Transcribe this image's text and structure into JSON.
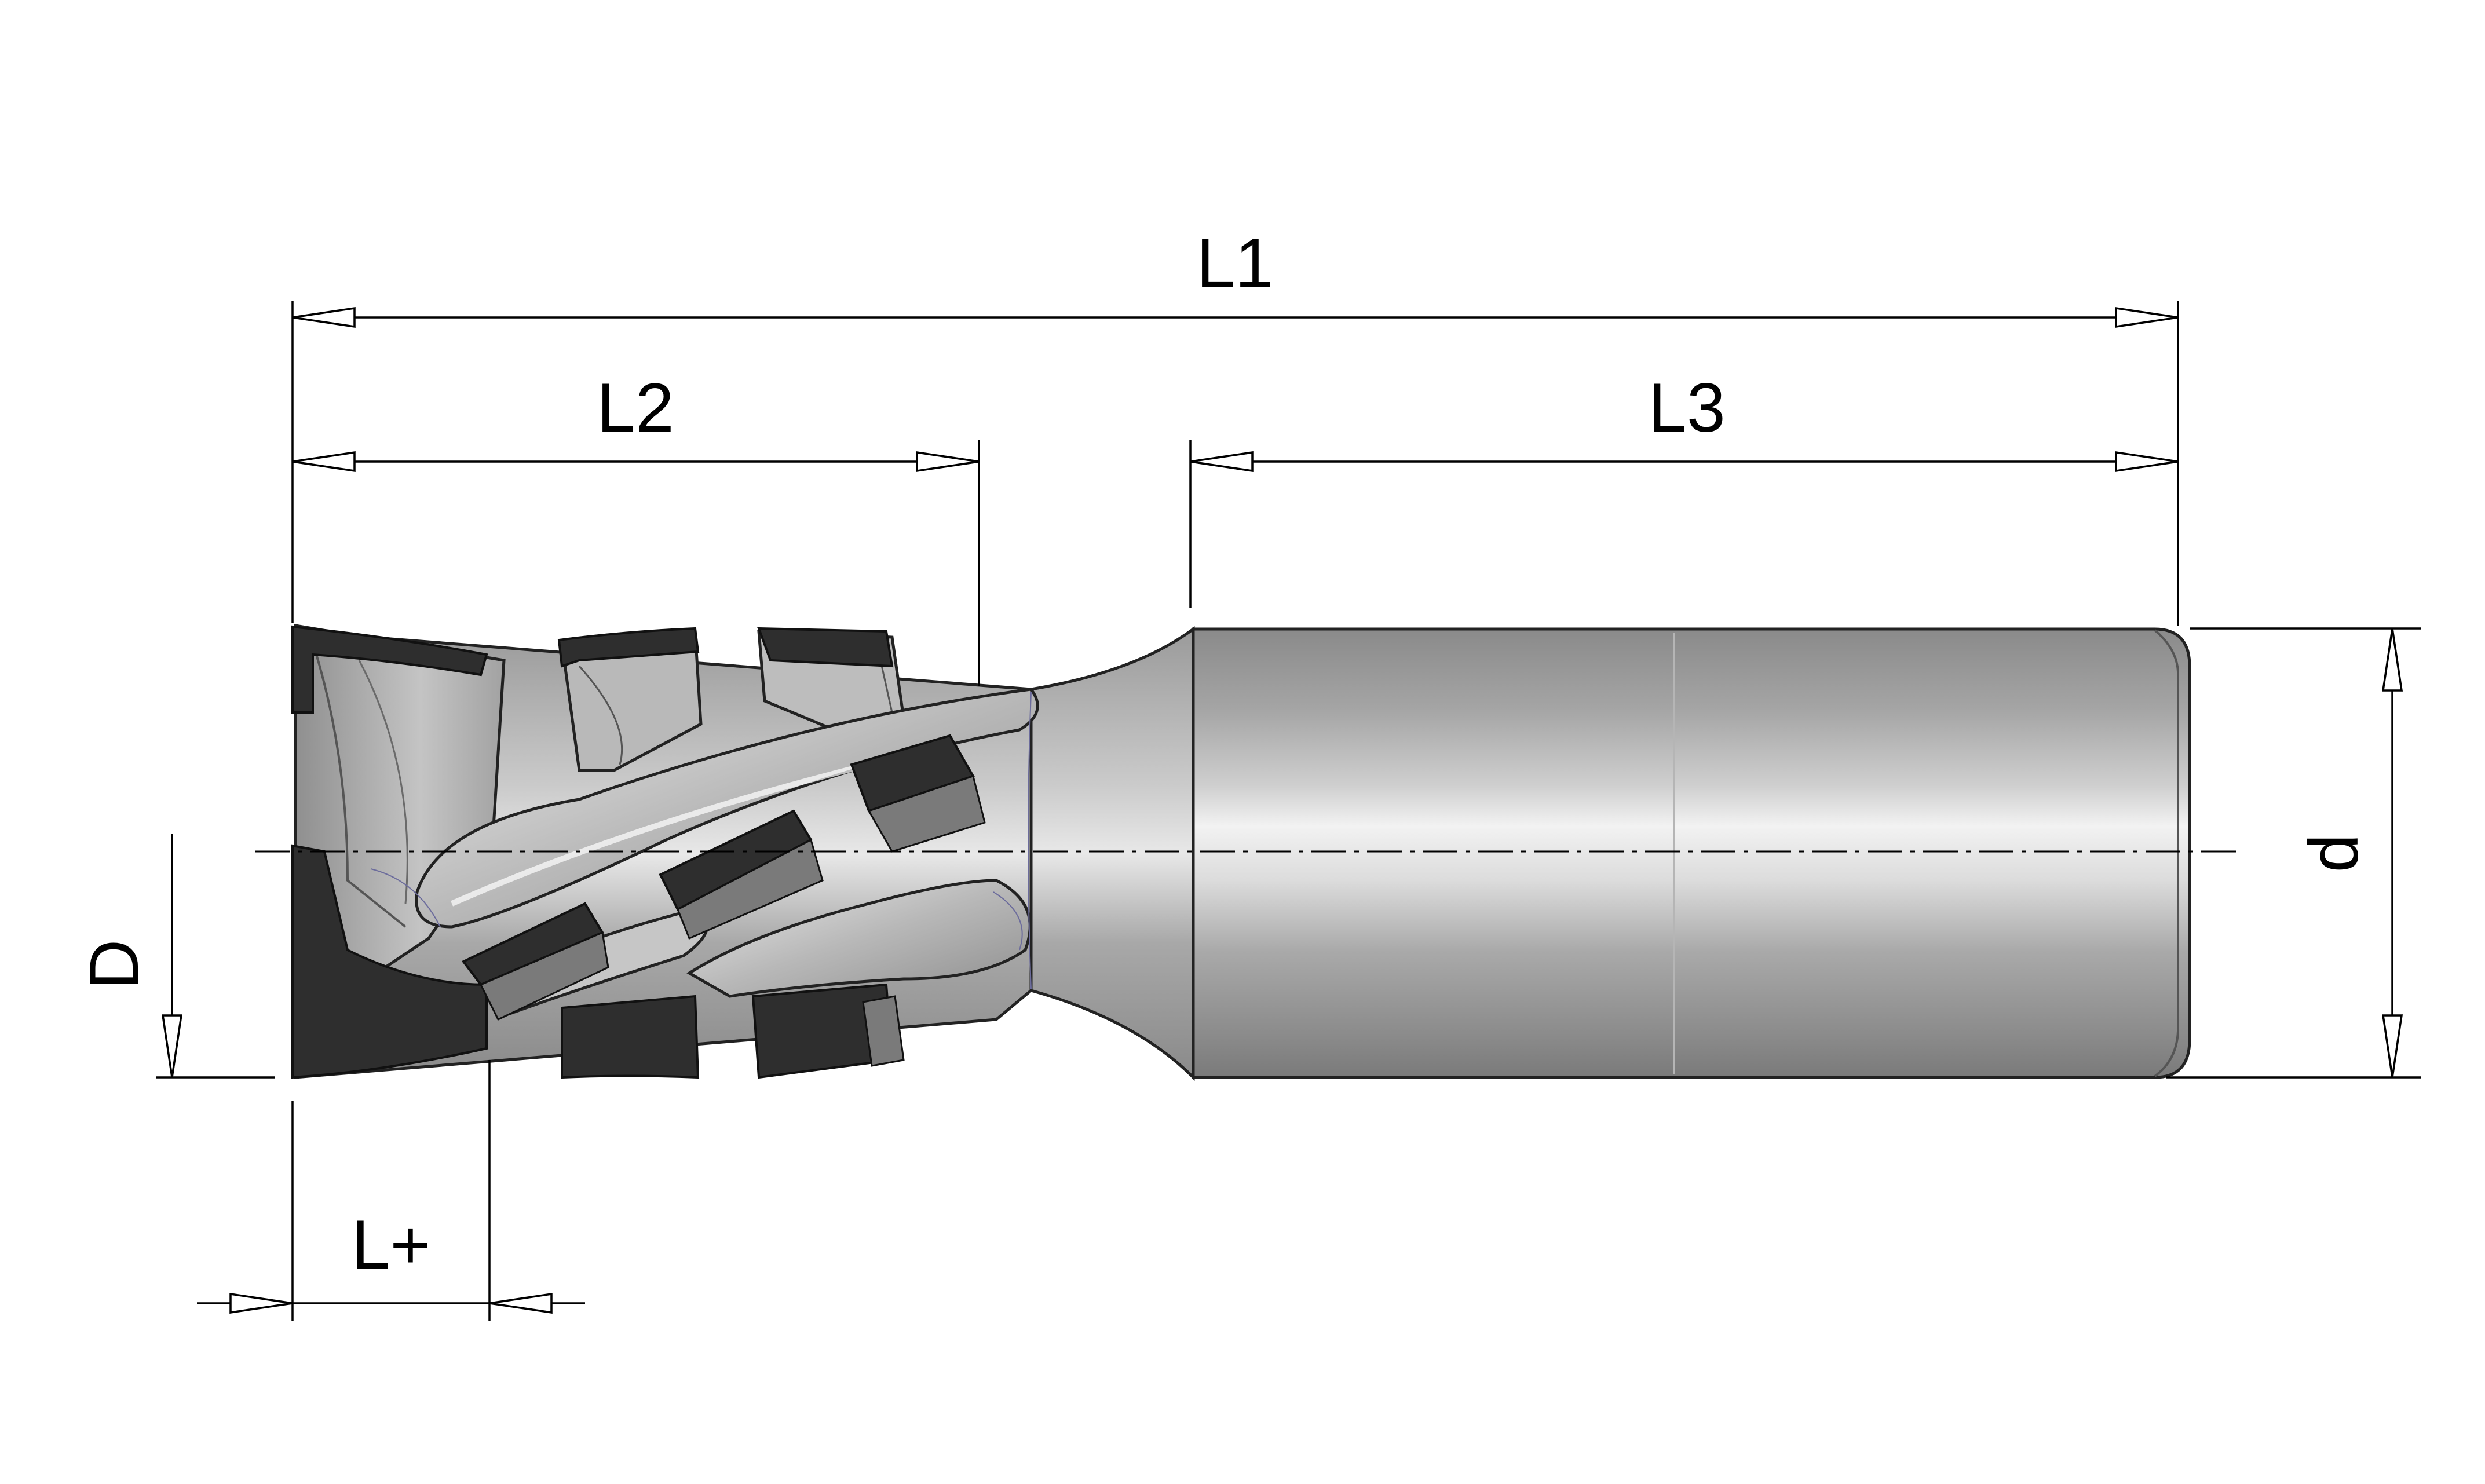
{
  "drawing": {
    "labels": {
      "L1": "L1",
      "L2": "L2",
      "L3": "L3",
      "L_plus": "L+",
      "D": "D",
      "d": "d"
    },
    "colors": {
      "background": "#ffffff",
      "line": "#000000",
      "metal_dark": "#7d7d7d",
      "metal_light": "#e4e4e4",
      "insert": "#2e2e2e"
    },
    "icons": {
      "tool": "pcd-end-mill-with-brazed-inserts"
    }
  }
}
